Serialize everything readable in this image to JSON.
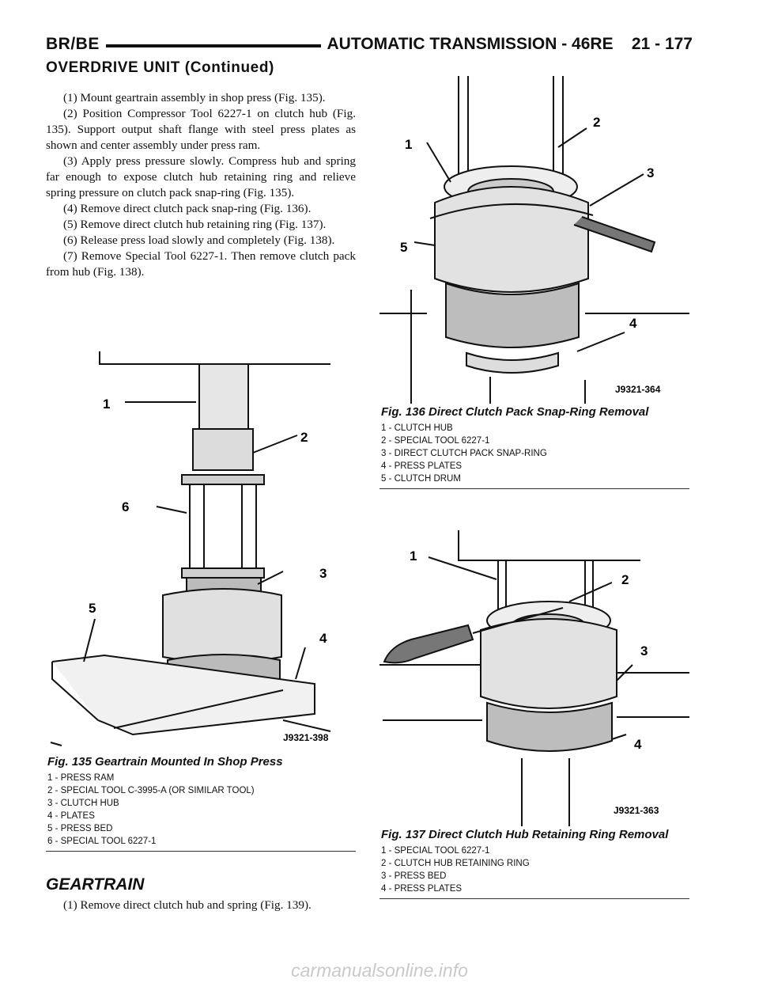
{
  "header": {
    "left": "BR/BE",
    "right": "AUTOMATIC TRANSMISSION - 46RE    21 - 177"
  },
  "section_title": "OVERDRIVE UNIT (Continued)",
  "procedure": [
    "(1) Mount geartrain assembly in shop press (Fig. 135).",
    "(2) Position Compressor Tool 6227-1 on clutch hub (Fig. 135). Support output shaft flange with steel press plates as shown and center assembly under press ram.",
    "(3) Apply press pressure slowly. Compress hub and spring far enough to expose clutch hub retaining ring and relieve spring pressure on clutch pack snap-ring (Fig. 135).",
    "(4) Remove direct clutch pack snap-ring (Fig. 136).",
    "(5) Remove direct clutch hub retaining ring (Fig. 137).",
    "(6) Release press load slowly and completely (Fig. 138).",
    "(7) Remove Special Tool 6227-1. Then remove clutch pack from hub (Fig. 138)."
  ],
  "figures": {
    "fig135": {
      "code": "J9321-398",
      "caption": "Fig. 135 Geartrain Mounted In Shop Press",
      "callouts": [
        "1",
        "2",
        "3",
        "4",
        "5",
        "6"
      ],
      "legend": [
        "1 - PRESS RAM",
        "2 - SPECIAL TOOL C-3995-A (OR SIMILAR TOOL)",
        "3 - CLUTCH HUB",
        "4 - PLATES",
        "5 - PRESS BED",
        "6 - SPECIAL TOOL 6227-1"
      ]
    },
    "fig136": {
      "code": "J9321-364",
      "caption": "Fig. 136 Direct Clutch Pack Snap-Ring Removal",
      "callouts": [
        "1",
        "2",
        "3",
        "4",
        "5"
      ],
      "legend": [
        "1 - CLUTCH HUB",
        "2 - SPECIAL TOOL 6227-1",
        "3 - DIRECT CLUTCH PACK SNAP-RING",
        "4 - PRESS PLATES",
        "5 - CLUTCH DRUM"
      ]
    },
    "fig137": {
      "code": "J9321-363",
      "caption": "Fig. 137 Direct Clutch Hub Retaining Ring Removal",
      "callouts": [
        "1",
        "2",
        "3",
        "4"
      ],
      "legend": [
        "1 - SPECIAL TOOL 6227-1",
        "2 - CLUTCH HUB RETAINING RING",
        "3 - PRESS BED",
        "4 - PRESS PLATES"
      ]
    }
  },
  "geartrain": {
    "heading": "GEARTRAIN",
    "text": "(1) Remove direct clutch hub and spring (Fig. 139)."
  },
  "watermark": "carmanualsonline.info"
}
